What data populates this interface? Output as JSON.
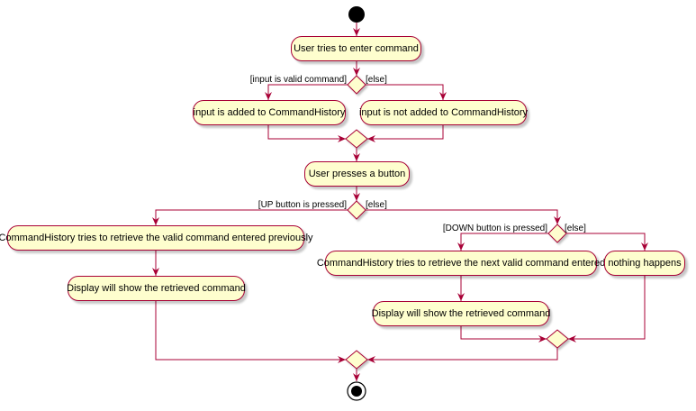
{
  "nodes": {
    "n1": "User tries to enter command",
    "n2": "input is added to CommandHistory",
    "n3": "input is not added to CommandHistory",
    "n4": "User presses a button",
    "n5": "CommandHistory tries to retrieve the valid command entered previously",
    "n6": "Display will show the retrieved command",
    "n7": "CommandHistory tries to retrieve the next valid command entered",
    "n8": "Display will show the retrieved command",
    "n9": "nothing happens"
  },
  "guards": {
    "g1_yes": "[input is valid command]",
    "g1_no": "[else]",
    "g2_yes": "[UP button is pressed]",
    "g2_no": "[else]",
    "g3_yes": "[DOWN button is pressed]",
    "g3_no": "[else]"
  },
  "colors": {
    "node_fill": "#FEFECE",
    "border": "#A80036",
    "start_end": "#000000"
  }
}
